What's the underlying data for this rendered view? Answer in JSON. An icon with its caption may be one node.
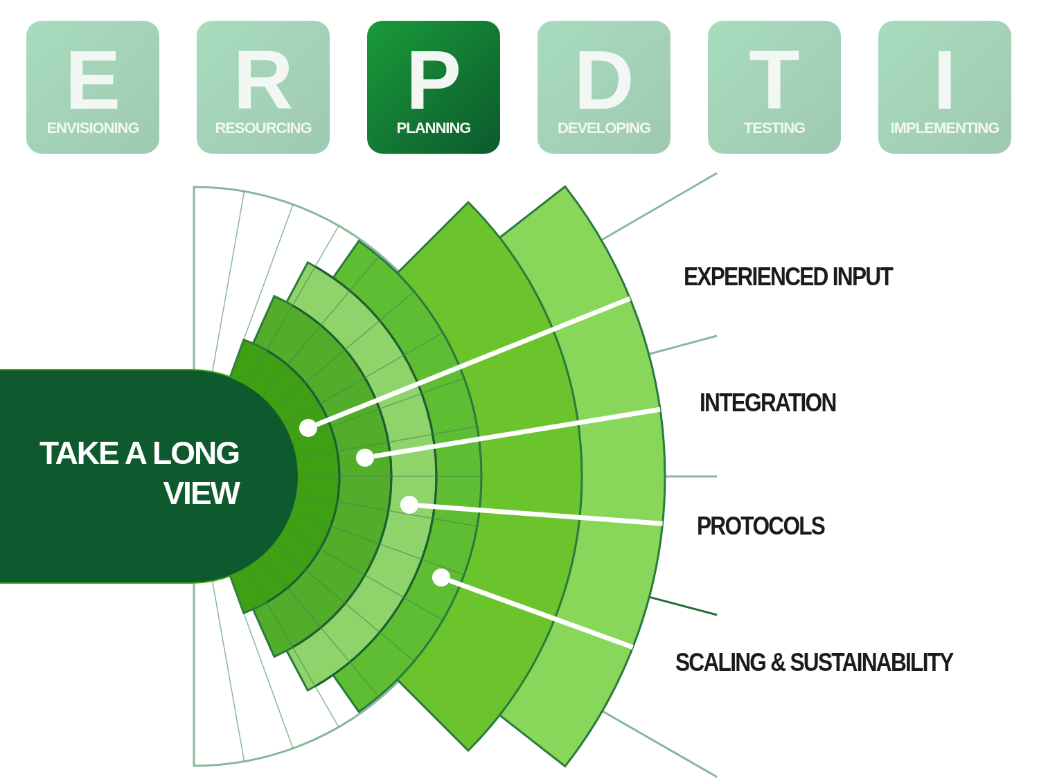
{
  "diagram": {
    "nodes": [
      {
        "text": [
          "E",
          "ENVISIONING"
        ]
      },
      {
        "text": [
          "R",
          "RESOURCING"
        ]
      },
      {
        "text": [
          "P",
          "PLANNING"
        ]
      },
      {
        "text": [
          "D",
          "DEVELOPING"
        ]
      },
      {
        "text": [
          "T",
          "TESTING"
        ]
      },
      {
        "text": [
          "I",
          "IMPLEMENTING"
        ]
      },
      {
        "text": [
          "TAKE A LONG VIEW"
        ]
      },
      {
        "text": [
          "EXPERIENCED INPUT"
        ]
      },
      {
        "text": [
          "INTEGRATION"
        ]
      },
      {
        "text": [
          "PROTOCOLS"
        ]
      },
      {
        "text": [
          "SCALING & SUSTAINABILITY"
        ]
      },
      {
        "text": [],
        "shape": "circle"
      },
      {
        "text": [],
        "shape": "circle"
      },
      {
        "text": [],
        "shape": "circle"
      },
      {
        "text": [],
        "shape": "circle"
      }
    ],
    "edges": [
      {
        "from": 7,
        "to": 11,
        "arrow": "none"
      },
      {
        "from": 8,
        "to": 12,
        "arrow": "none"
      },
      {
        "from": 9,
        "to": 13,
        "arrow": "none"
      },
      {
        "from": 10,
        "to": 14,
        "arrow": "none"
      }
    ]
  }
}
